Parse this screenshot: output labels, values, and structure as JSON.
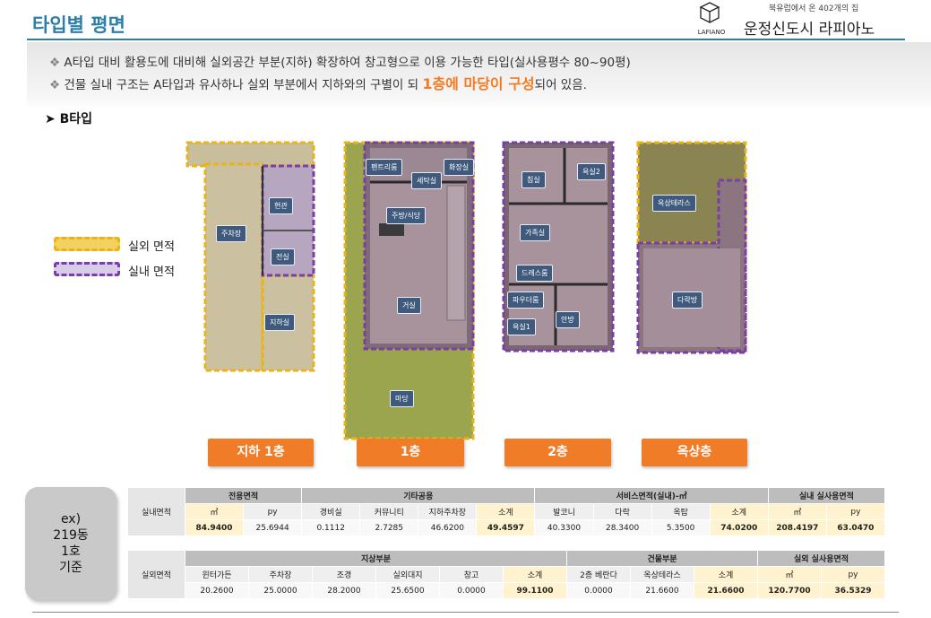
{
  "header": {
    "title": "타입별 평면",
    "brand_tagline": "북유럽에서 온 402개의 집",
    "brand_name": "운정신도시 라피아노",
    "logo_text": "LAFIANO"
  },
  "description": {
    "bullet": "❖",
    "line1": "A타입 대비 활용도에 대비해 실외공간 부분(지하) 확장하여 창고형으로 이용 가능한 타입(실사용평수 80~90평)",
    "line2_pre": "건물 실내 구조는 A타입과 유사하나 실외 부분에서 지하와의 구별이 되",
    "line2_highlight": "1층에 마당이 구성",
    "line2_post": "되어 있음."
  },
  "section": {
    "label": "➤ B타입"
  },
  "legend": {
    "outdoor": "실외 면적",
    "indoor": "실내 면적"
  },
  "rooms": {
    "basement": [
      "현관",
      "주차장",
      "전실",
      "지하실"
    ],
    "first": [
      "펜트리룸",
      "화장실",
      "세탁실",
      "주방/식당",
      "거실",
      "마당"
    ],
    "second": [
      "침실",
      "욕실2",
      "가족실",
      "드레스룸",
      "파우더룸",
      "안방",
      "욕실1"
    ],
    "roof": [
      "옥상테라스",
      "다락방"
    ]
  },
  "floors": [
    "지하 1층",
    "1층",
    "2층",
    "옥상층"
  ],
  "example": {
    "line1": "ex)",
    "line2": "219동",
    "line3": "1호",
    "line4": "기준"
  },
  "indoor_table": {
    "row_label": "실내면적",
    "groups": [
      "전용면적",
      "기타공용",
      "서비스면적(실내)-㎡",
      "실내 실사용면적"
    ],
    "sub": [
      "㎡",
      "py",
      "경비실",
      "커뮤니티",
      "지하주차장",
      "소계",
      "발코니",
      "다락",
      "옥탑",
      "소계",
      "㎡",
      "py"
    ],
    "values": [
      "84.9400",
      "25.6944",
      "0.1112",
      "2.7285",
      "46.6200",
      "49.4597",
      "40.3300",
      "28.3400",
      "5.3500",
      "74.0200",
      "208.4197",
      "63.0470"
    ]
  },
  "outdoor_table": {
    "row_label": "실외면적",
    "groups": [
      "지상부분",
      "건물부분",
      "실외 실사용면적"
    ],
    "sub": [
      "윈터가든",
      "주차장",
      "조경",
      "실외대지",
      "창고",
      "소계",
      "2층 베란다",
      "옥상테라스",
      "소계",
      "㎡",
      "py"
    ],
    "values": [
      "20.2600",
      "25.0000",
      "28.2000",
      "25.6500",
      "0.0000",
      "99.1100",
      "0.0000",
      "21.6600",
      "21.6600",
      "120.7700",
      "36.5329"
    ]
  },
  "colors": {
    "title_blue": "#2c7fa8",
    "accent_orange": "#f07c28",
    "outdoor_yellow": "#e8b418",
    "indoor_purple": "#7a3ea4"
  }
}
